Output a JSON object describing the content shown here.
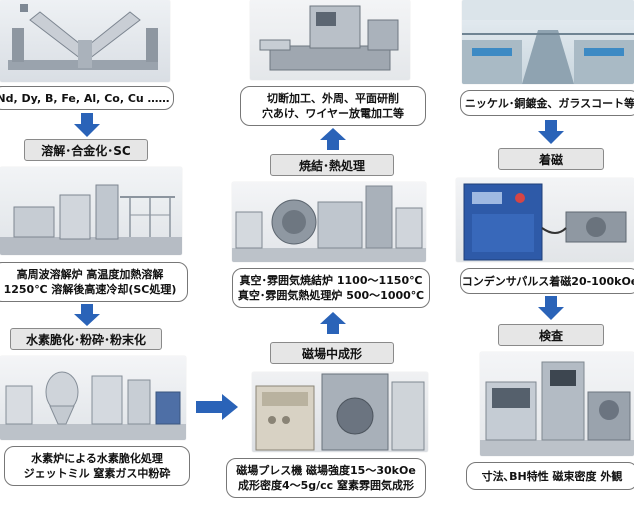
{
  "colors": {
    "arrow": "#2a63b8",
    "label_bg": "#e6e6e6",
    "border": "#8a8a8a"
  },
  "col1": {
    "materials": "Nd, Dy, B, Fe, Al, Co, Cu ……",
    "step1": "溶解･合金化･SC",
    "melt_l1": "高周波溶解炉  高温度加熱溶解",
    "melt_l2": "1250℃ 溶解後高速冷却(SC処理)",
    "step2": "水素脆化･粉砕･粉末化",
    "hydro_l1": "水素炉による水素脆化処理",
    "hydro_l2": "ジェットミル 窒素ガス中粉砕"
  },
  "col2": {
    "cut_l1": "切断加工、外周、平面研削",
    "cut_l2": "穴あけ、ワイヤー放電加工等",
    "step_sinter": "焼結･熱処理",
    "sinter_l1": "真空･雰囲気焼結炉 1100～1150℃",
    "sinter_l2": "真空･雰囲気熱処理炉 500～1000℃",
    "step_press": "磁場中成形",
    "press_l1": "磁場プレス機  磁場強度15～30kOe",
    "press_l2": "成形密度4～5g/cc  窒素雰囲気成形"
  },
  "col3": {
    "plating": "ニッケル･銅鍍金、ガラスコート等",
    "step_mag": "着磁",
    "mag_caption": "コンデンサパルス着磁20-100kOe",
    "step_inspect": "検査",
    "inspect_caption": "寸法､BH特性  磁束密度  外観"
  }
}
